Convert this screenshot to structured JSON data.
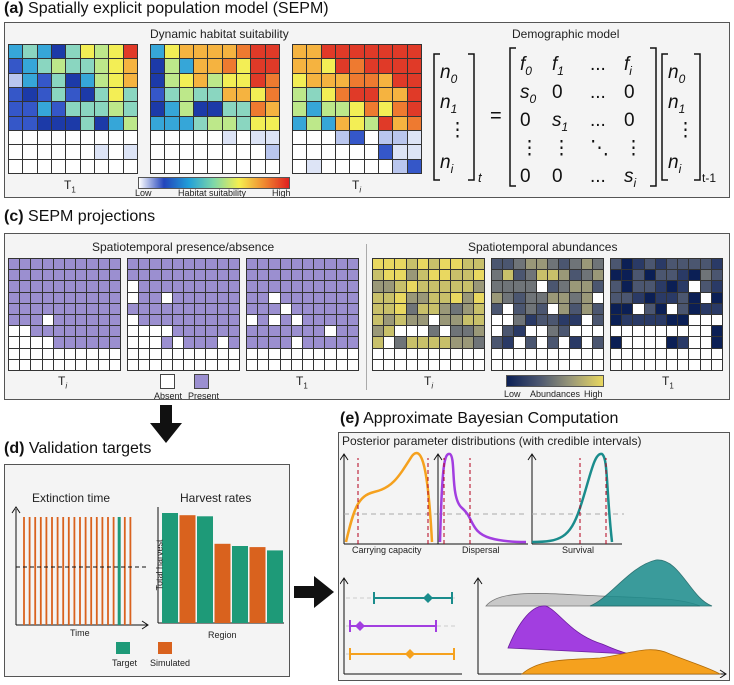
{
  "panel_a": {
    "title_letter": "(a)",
    "title": "Spatially explicit population model (SEPM)",
    "habitat_title": "Dynamic habitat suitability",
    "grid_labels": [
      "T",
      "T"
    ],
    "grid_label_subs": [
      "1",
      "i"
    ],
    "colorbar": {
      "low": "Low",
      "label": "Habitat suitability",
      "high": "High"
    },
    "demographic_title": "Demographic model",
    "matrix": {
      "lhs": [
        "n0",
        "n1",
        "⋮",
        "ni"
      ],
      "lhs_sub_t": "t",
      "rows": [
        [
          "f0",
          "f1",
          "...",
          "fi"
        ],
        [
          "s0",
          "0",
          "...",
          "0"
        ],
        [
          "0",
          "s1",
          "...",
          "0"
        ],
        [
          "⋮",
          "⋮",
          "⋱",
          "⋮"
        ],
        [
          "0",
          "0",
          "...",
          "si"
        ]
      ],
      "rhs": [
        "n0",
        "n1",
        "⋮",
        "ni"
      ],
      "rhs_sub": "t-1"
    }
  },
  "panel_c": {
    "title_letter": "(c)",
    "title": "SEPM projections",
    "presence_title": "Spatiotemporal presence/absence",
    "abundance_title": "Spatiotemporal abundances",
    "grid_labels": [
      "T",
      "T",
      "T",
      "T"
    ],
    "grid_label_subs": [
      "i",
      "1",
      "i",
      "1"
    ],
    "legend_absent": "Absent",
    "legend_present": "Present",
    "abund_bar": {
      "low": "Low",
      "label": "Abundances",
      "high": "High"
    }
  },
  "panel_d": {
    "title_letter": "(d)",
    "title": "Validation targets",
    "extinction_title": "Extinction time",
    "extinction_xlabel": "Time",
    "harvest_title": "Harvest rates",
    "harvest_ylabel": "Total harvest",
    "harvest_xlabel": "Region",
    "legend_target": "Target",
    "legend_simulated": "Simulated",
    "colors": {
      "target": "#1e9a78",
      "simulated": "#d9621e"
    },
    "harvest_values": [
      1.0,
      0.98,
      0.97,
      0.72,
      0.7,
      0.69,
      0.66
    ],
    "harvest_series": [
      "target",
      "simulated",
      "target",
      "simulated",
      "target",
      "simulated",
      "target"
    ]
  },
  "panel_e": {
    "title_letter": "(e)",
    "title": "Approximate Bayesian Computation",
    "posterior_title": "Posterior parameter distributions (with credible intervals)",
    "labels": [
      "Carrying capacity",
      "Dispersal",
      "Survival"
    ],
    "colors": {
      "orange": "#f5a11e",
      "purple": "#a23ee0",
      "teal": "#1a8c8c",
      "grey": "#c8c8c8",
      "red": "#b3001b"
    }
  }
}
